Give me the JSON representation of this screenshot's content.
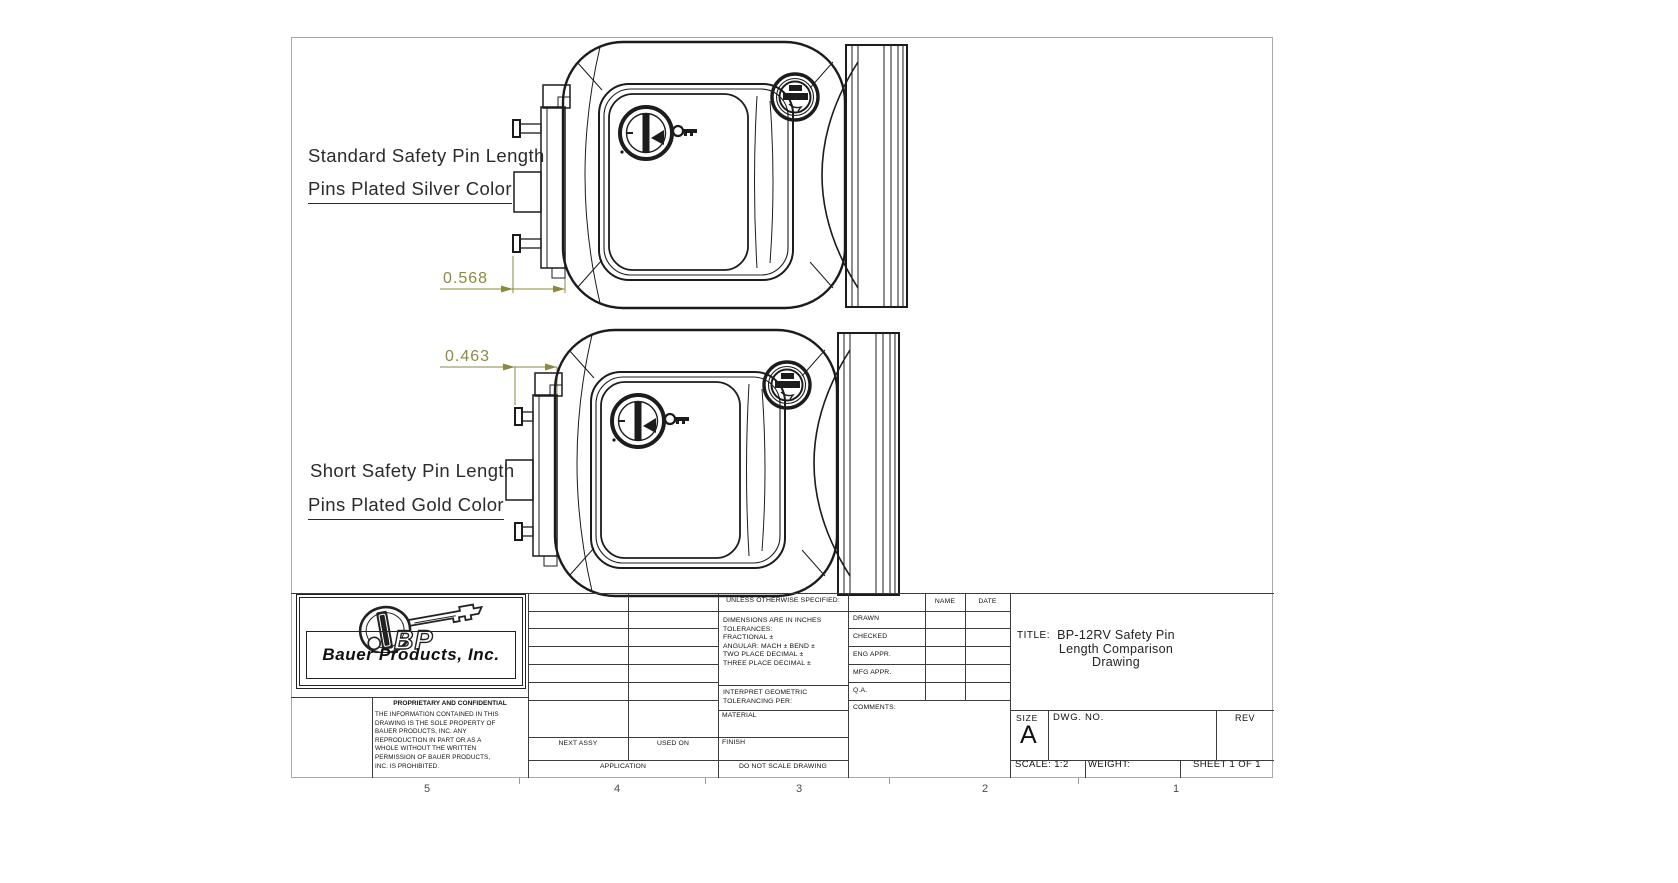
{
  "drawing": {
    "annotations": {
      "standard_line1": "Standard Safety Pin Length",
      "standard_line2": "Pins Plated Silver Color",
      "short_line1": "Short Safety Pin Length",
      "short_line2": "Pins Plated Gold Color",
      "dim_standard": "0.568",
      "dim_short": "0.463"
    },
    "colors": {
      "dimension": "#8a8a42",
      "line": "#1c1c1c"
    }
  },
  "sheet_zones": [
    "5",
    "4",
    "3",
    "2",
    "1"
  ],
  "logo": {
    "monogram": "BP",
    "company": "Bauer Products, Inc."
  },
  "proprietary": {
    "heading": "PROPRIETARY AND CONFIDENTIAL",
    "body": "THE INFORMATION CONTAINED IN THIS DRAWING IS THE SOLE PROPERTY OF BAUER PRODUCTS, INC. ANY REPRODUCTION IN PART OR AS A WHOLE WITHOUT THE WRITTEN PERMISSION OF BAUER PRODUCTS, INC. IS PROHIBITED."
  },
  "application": {
    "next_assy": "NEXT ASSY",
    "used_on": "USED ON",
    "label": "APPLICATION"
  },
  "tolerances": {
    "unless": "UNLESS OTHERWISE SPECIFIED:",
    "lines": [
      "DIMENSIONS ARE IN INCHES",
      "TOLERANCES:",
      "FRACTIONAL ±",
      "ANGULAR: MACH ±   BEND ±",
      "TWO PLACE DECIMAL    ±",
      "THREE PLACE DECIMAL  ±"
    ],
    "interpret_line1": "INTERPRET GEOMETRIC",
    "interpret_line2": "TOLERANCING PER:",
    "material": "MATERIAL",
    "finish": "FINISH",
    "do_not_scale": "DO NOT SCALE DRAWING"
  },
  "approvals": {
    "name_header": "NAME",
    "date_header": "DATE",
    "rows": [
      "DRAWN",
      "CHECKED",
      "ENG APPR.",
      "MFG APPR.",
      "Q.A."
    ],
    "comments": "COMMENTS:"
  },
  "title_block": {
    "title_label": "TITLE:",
    "title_lines": [
      "BP-12RV Safety Pin",
      "Length Comparison",
      "Drawing"
    ],
    "size_label": "SIZE",
    "size_value": "A",
    "dwg_no_label": "DWG. NO.",
    "rev_label": "REV",
    "scale": "SCALE: 1:2",
    "weight_label": "WEIGHT:",
    "sheet_label": "SHEET 1 OF 1"
  }
}
